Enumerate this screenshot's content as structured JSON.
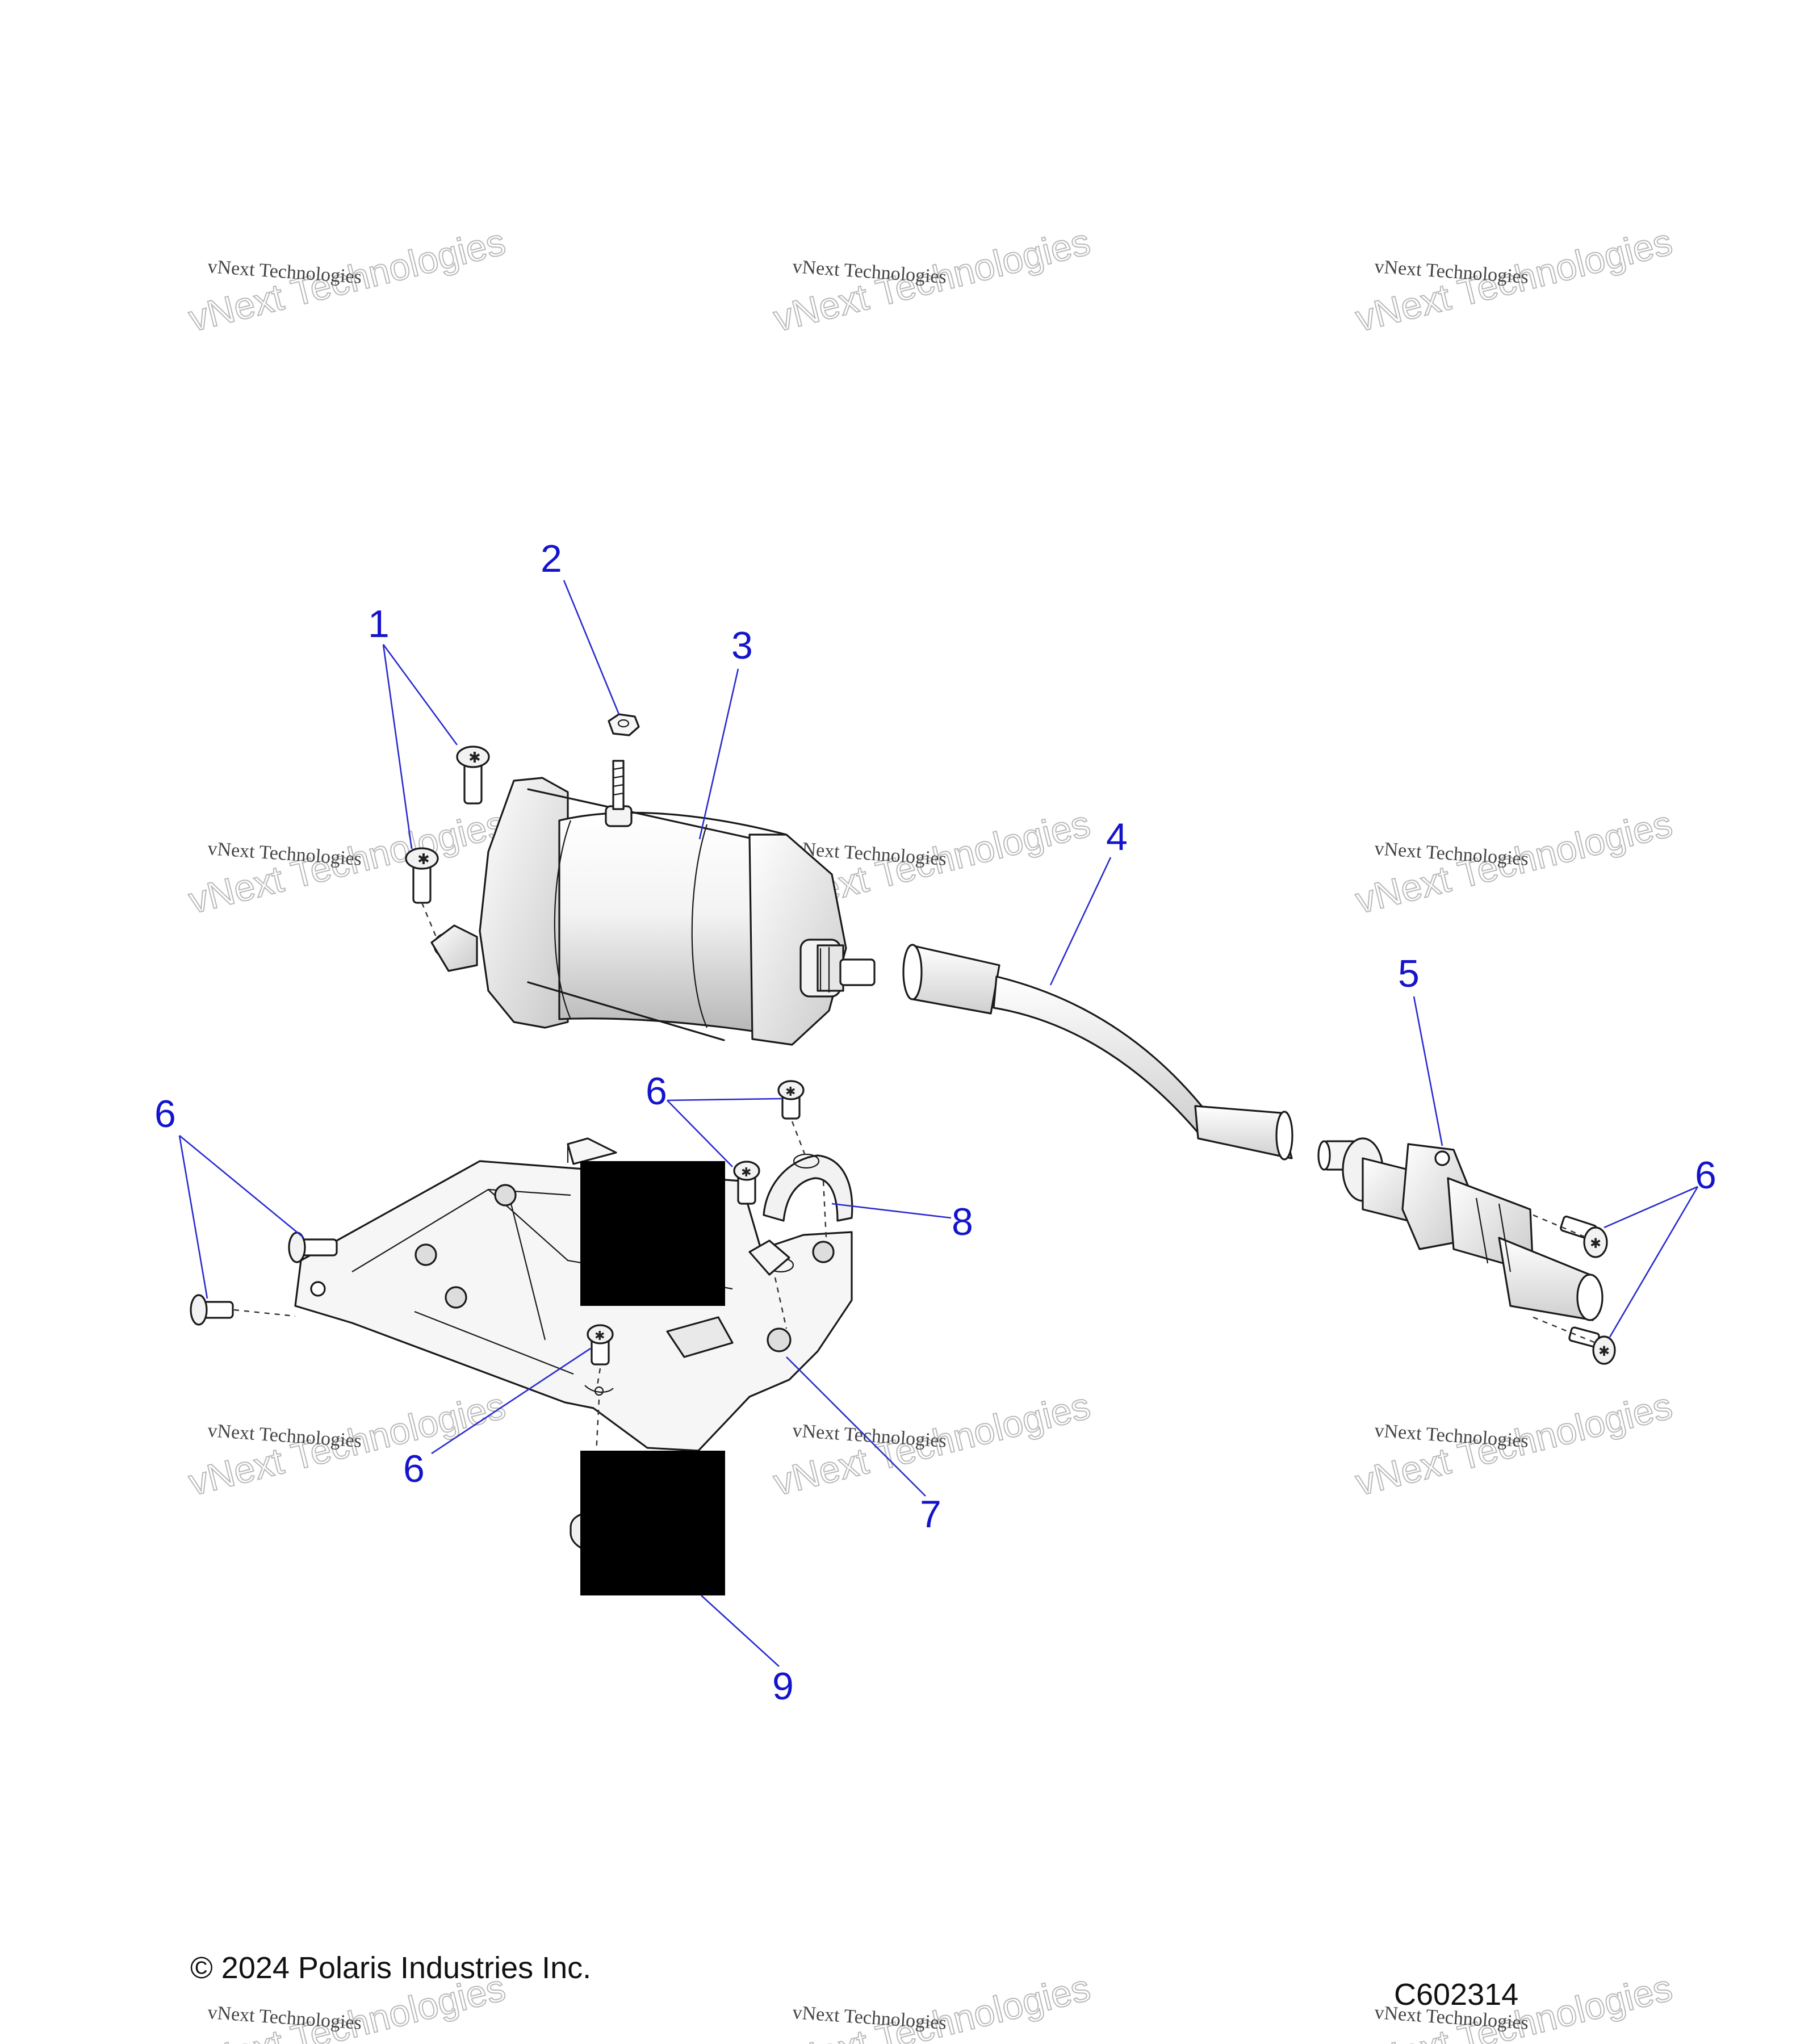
{
  "diagram": {
    "callouts": [
      "1",
      "2",
      "3",
      "4",
      "5",
      "6",
      "6",
      "6",
      "6",
      "7",
      "8",
      "9"
    ],
    "copyright": "© 2024 Polaris Industries Inc.",
    "drawing_number": "C602314",
    "watermark_line1": "vNext Technologies",
    "watermark_line2": "vNext Technologies",
    "redaction_color": "#000000",
    "callout_color": "#1414cc"
  }
}
